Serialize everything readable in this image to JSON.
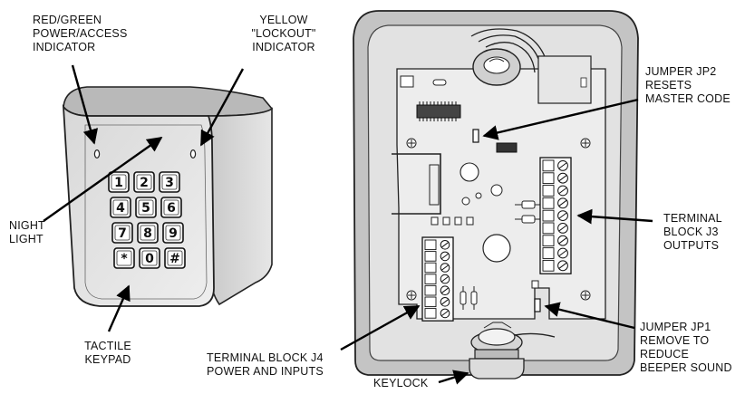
{
  "labels": {
    "power_access": [
      "RED/GREEN",
      "POWER/ACCESS",
      "INDICATOR"
    ],
    "lockout": [
      "YELLOW",
      "\"LOCKOUT\"",
      "INDICATOR"
    ],
    "night_light": [
      "NIGHT",
      "LIGHT"
    ],
    "tactile_keypad": [
      "TACTILE",
      "KEYPAD"
    ],
    "jumper_jp2": [
      "JUMPER JP2",
      "RESETS",
      "MASTER CODE"
    ],
    "terminal_j3": [
      "TERMINAL",
      "BLOCK J3",
      "OUTPUTS"
    ],
    "terminal_j4": [
      "TERMINAL BLOCK J4",
      "POWER AND INPUTS"
    ],
    "jumper_jp1": [
      "JUMPER JP1",
      "REMOVE TO",
      "REDUCE",
      "BEEPER SOUND"
    ],
    "keylock": [
      "KEYLOCK"
    ]
  },
  "keypad": {
    "keys": [
      "1",
      "2",
      "3",
      "4",
      "5",
      "6",
      "7",
      "8",
      "9",
      "*",
      "0",
      "#"
    ]
  }
}
